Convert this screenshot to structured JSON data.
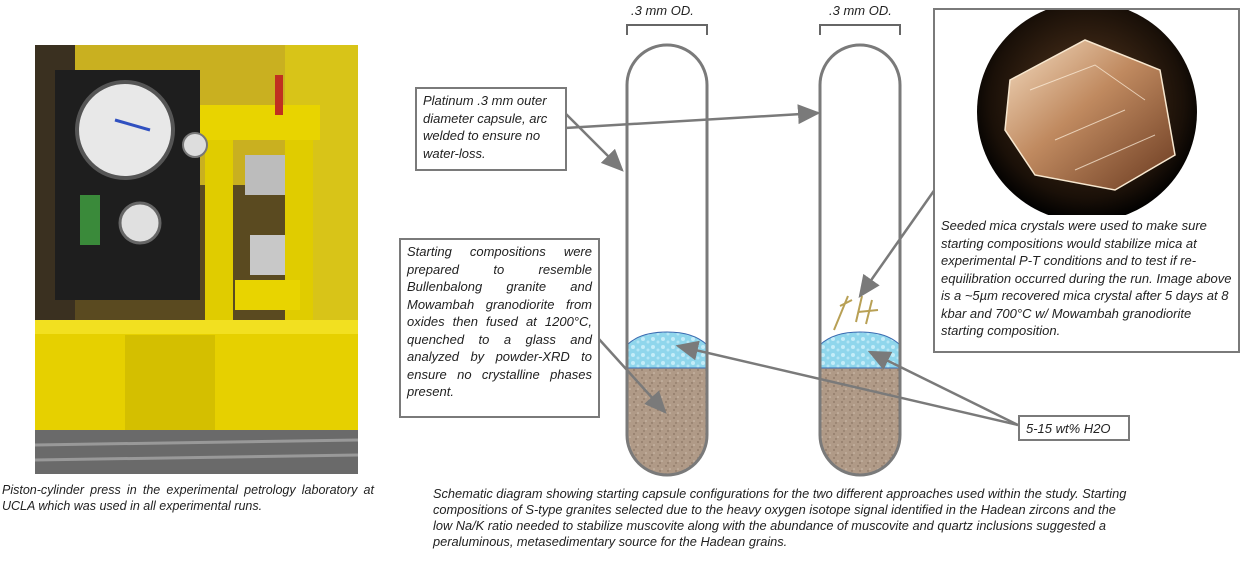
{
  "photo_caption": "Piston-cylinder press in the experimental petrology laboratory at UCLA which was used in all experimental runs.",
  "capsule_labels": {
    "left_od": ".3 mm OD.",
    "right_od": ".3 mm OD."
  },
  "callouts": {
    "capsule": "Platinum .3 mm outer diameter capsule, arc welded to ensure no water-loss.",
    "starting_composition": "Starting compositions were prepared to resemble Bullenbalong granite and Mowambah granodiorite from oxides then fused at 1200°C, quenched to a glass and analyzed by powder-XRD to ensure no crystalline phases present.",
    "water": "5-15 wt% H2O",
    "mica": "Seeded mica crystals were used to make sure starting compositions would stabilize mica at experimental P-T conditions and to test if re-equilibration occurred during the run.  Image above is a ~5µm recovered mica crystal after 5 days at 8 kbar and 700°C w/ Mowambah granodiorite starting composition."
  },
  "schematic_caption": "Schematic diagram showing starting capsule configurations for the two different approaches used within the study.  Starting compositions of S-type granites selected due to the heavy oxygen isotope signal identified in the Hadean zircons and the low Na/K ratio needed to stabilize muscovite along with the abundance of muscovite and quartz inclusions suggested a peraluminous, metasedimentary source for the Hadean grains.",
  "colors": {
    "powder": "#b09a87",
    "water": "#8fd6ec",
    "capsule_outline": "#7a7a7a",
    "press_yellow": "#e8d400",
    "mica": "#b8a055"
  }
}
